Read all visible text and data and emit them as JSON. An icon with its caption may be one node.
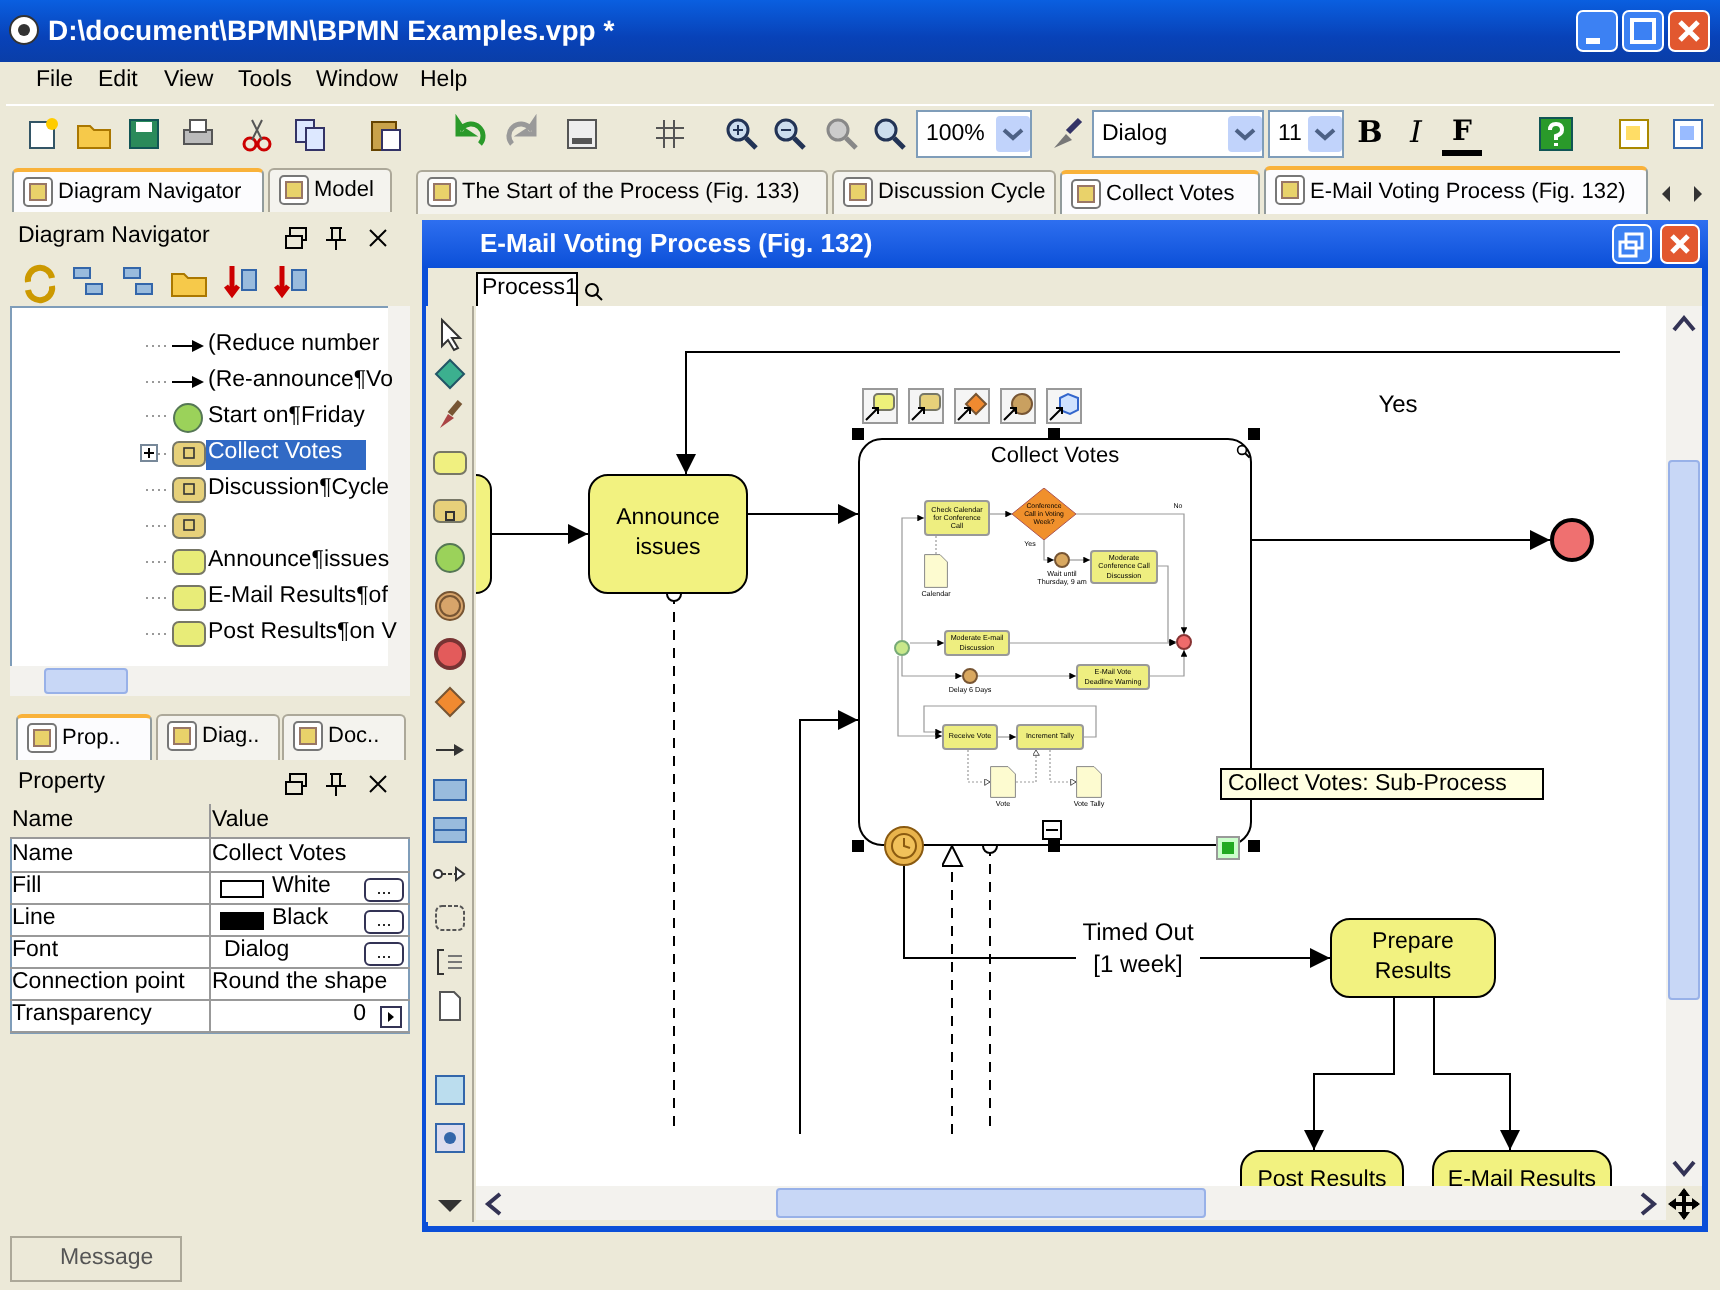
{
  "diagram": {
    "nodes": [
      {
        "text": [],
        "shape": "box"
      },
      {
        "text": [
          "Announce issues"
        ]
      },
      {
        "text": [
          "Collect Votes"
        ]
      },
      {
        "text": [],
        "shape": "circle",
        "in": 2
      },
      {
        "text": [
          "Check Calendar for Conference Call"
        ],
        "in": 2
      },
      {
        "text": [
          "Conference Call in Voting Week?"
        ],
        "in": 2
      },
      {
        "text": [],
        "shape": "circle",
        "in": 2,
        "beside": [
          "Wait until Thursday, 9 am"
        ]
      },
      {
        "text": [
          "Moderate Conference Call Discussion"
        ],
        "in": 2
      },
      {
        "text": [],
        "shape": "document",
        "in": 2,
        "beside": [
          "Calendar"
        ]
      },
      {
        "text": [
          "Moderate E-mail Discussion"
        ],
        "in": 2
      },
      {
        "text": [],
        "shape": "circle",
        "in": 2,
        "beside": [
          "Delay 6 Days"
        ]
      },
      {
        "text": [
          "E-Mail Vote Deadline Warning"
        ],
        "in": 2
      },
      {
        "text": [],
        "shape": "circle",
        "in": 2
      },
      {
        "text": [
          "Receive Vote"
        ],
        "in": 2
      },
      {
        "text": [
          "Increment Tally"
        ],
        "in": 2
      },
      {
        "text": [],
        "shape": "document",
        "in": 2,
        "beside": [
          "Vote"
        ]
      },
      {
        "text": [],
        "shape": "document",
        "in": 2,
        "beside": [
          "Vote Tally"
        ]
      },
      {
        "text": [],
        "shape": "circle"
      },
      {
        "text": [],
        "shape": "circle"
      },
      {
        "text": [
          "Prepare Results"
        ]
      },
      {
        "text": [
          "Post Results"
        ]
      },
      {
        "text": [
          "E-Mail Results"
        ]
      }
    ],
    "edges": [
      {
        "from": 0,
        "to": 1,
        "arrow": "to",
        "color": "#000000"
      },
      {
        "from": 1,
        "to": 2,
        "arrow": "to",
        "color": "#000000"
      },
      {
        "from": null,
        "to": 1,
        "arrow": "to",
        "label": "Yes",
        "color": "#000000"
      },
      {
        "from": 2,
        "to": 18,
        "arrow": "to",
        "color": "#000000"
      },
      {
        "from": 17,
        "to": 19,
        "arrow": "to",
        "label": "Timed Out [1 week]",
        "color": "#000000"
      },
      {
        "from": 19,
        "to": 20,
        "arrow": "to",
        "color": "#000000"
      },
      {
        "from": 19,
        "to": 21,
        "arrow": "to",
        "color": "#000000"
      },
      {
        "from": 1,
        "to": null,
        "arrow": "other",
        "style": "dashed",
        "color": "#000000"
      },
      {
        "from": null,
        "to": 2,
        "arrow": "to",
        "style": "dashed",
        "color": "#000000"
      },
      {
        "from": 2,
        "to": null,
        "arrow": "other",
        "style": "dashed",
        "color": "#000000"
      },
      {
        "from": null,
        "to": 2,
        "arrow": "to",
        "color": "#000000"
      },
      {
        "from": 3,
        "to": 4,
        "arrow": "to"
      },
      {
        "from": 4,
        "to": 5,
        "arrow": "to"
      },
      {
        "from": 5,
        "to": 6,
        "arrow": "to",
        "label": "Yes"
      },
      {
        "from": 6,
        "to": 7,
        "arrow": "to"
      },
      {
        "from": 5,
        "to": 12,
        "arrow": "to",
        "label": "No"
      },
      {
        "from": 7,
        "to": 12,
        "arrow": "to"
      },
      {
        "from": 3,
        "to": 9,
        "arrow": "to"
      },
      {
        "from": 9,
        "to": 12,
        "arrow": "to"
      },
      {
        "from": 3,
        "to": 10,
        "arrow": "to"
      },
      {
        "from": 10,
        "to": 11,
        "arrow": "to"
      },
      {
        "from": 11,
        "to": 12,
        "arrow": "to"
      },
      {
        "from": 3,
        "to": 13,
        "arrow": "to"
      },
      {
        "from": 13,
        "to": 14,
        "arrow": "to"
      },
      {
        "from": 14,
        "to": 13,
        "arrow": "to"
      },
      {
        "from": 4,
        "to": 8,
        "arrow": "none",
        "style": "dashed"
      },
      {
        "from": 13,
        "to": 15,
        "arrow": "to",
        "style": "dashed"
      },
      {
        "from": 15,
        "to": 14,
        "arrow": "to",
        "style": "dashed"
      },
      {
        "from": 14,
        "to": 16,
        "arrow": "to",
        "style": "dashed"
      }
    ],
    "labels": [
      "D:\\document\\BPMN\\BPMN Examples.vpp *",
      "File",
      "Edit",
      "View",
      "Tools",
      "Window",
      "Help",
      "100%",
      "Dialog",
      "11",
      "B",
      "I",
      "F",
      "Diagram Navigator",
      "Model",
      "The Start of the Process (Fig. 133)",
      "Discussion Cycle",
      "Collect Votes",
      "E-Mail Voting Process (Fig. 132)",
      "Diagram Navigator",
      "(Reduce number",
      "(Re-announce¶Vo",
      "Start on¶Friday",
      "Collect Votes",
      "Discussion¶Cycle",
      "Announce¶issues",
      "E-Mail Results¶of",
      "Post Results¶on V",
      "Prop..",
      "Diag..",
      "Doc..",
      "Property",
      "Name",
      "Value",
      "Name",
      "Collect Votes",
      "Fill",
      "White",
      "...",
      "Line",
      "Black",
      "...",
      "Font",
      "Dialog",
      "...",
      "Connection point",
      "Round the shape",
      "Transparency",
      "0",
      "E-Mail Voting Process (Fig. 132)",
      "Process1",
      "Collect Votes: Sub-Process",
      "Message"
    ]
  }
}
